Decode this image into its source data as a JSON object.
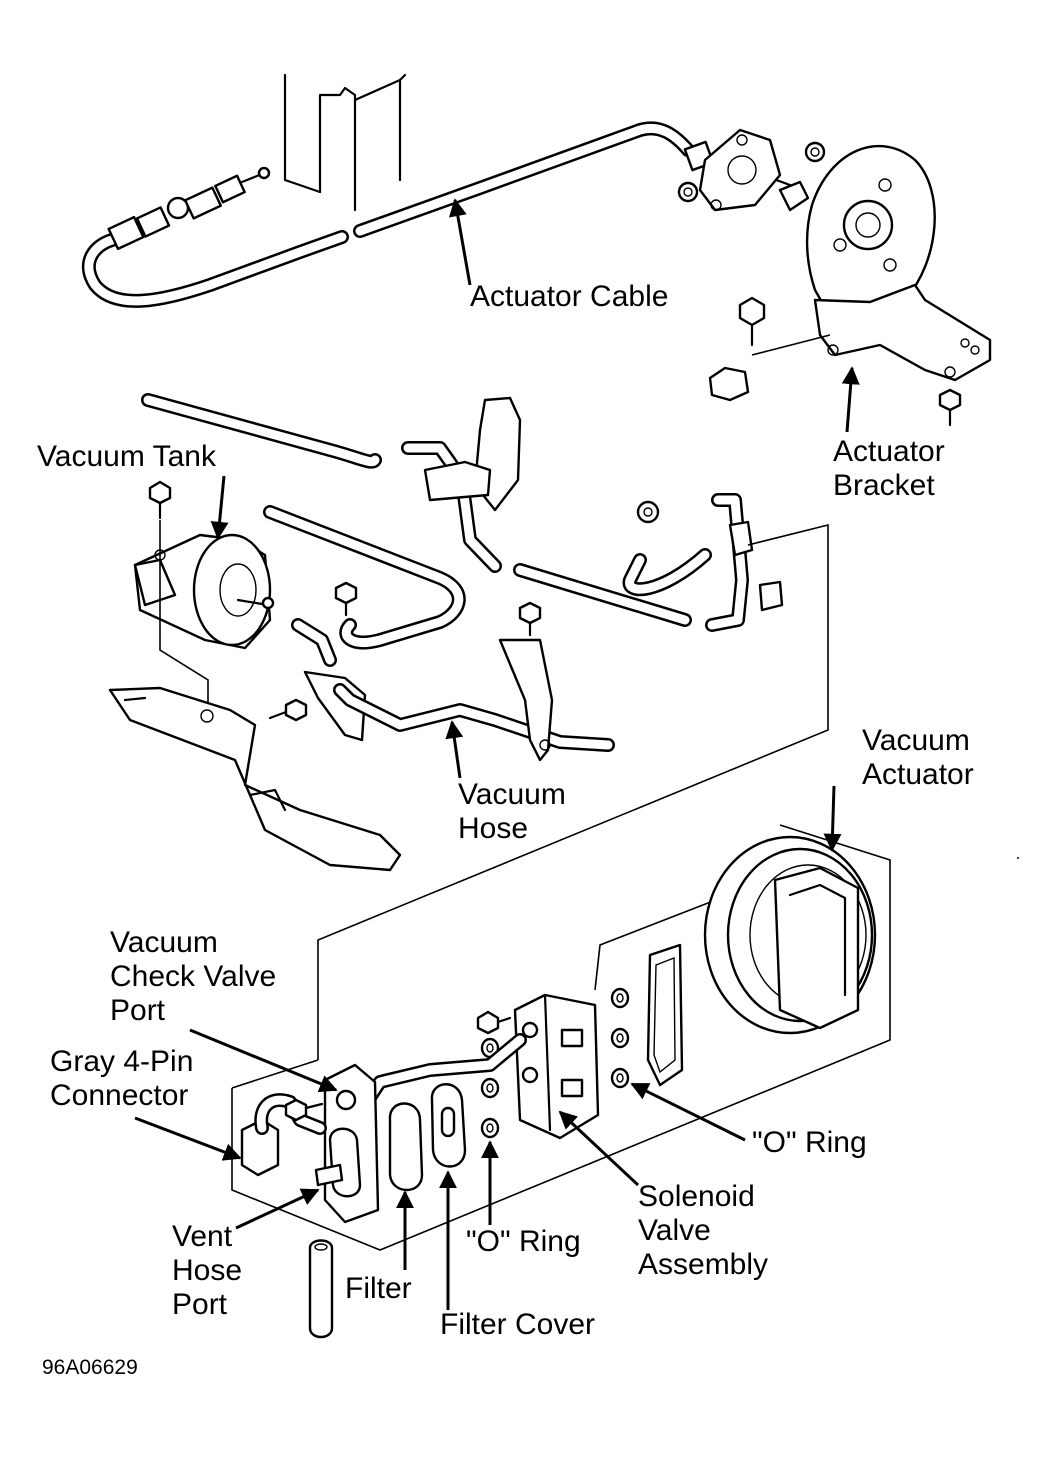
{
  "labels": {
    "actuator_cable": "Actuator Cable",
    "actuator_bracket": [
      "Actuator",
      "Bracket"
    ],
    "vacuum_tank": "Vacuum Tank",
    "vacuum_hose": [
      "Vacuum",
      "Hose"
    ],
    "vacuum_actuator": [
      "Vacuum",
      "Actuator"
    ],
    "vacuum_check_valve_port": [
      "Vacuum",
      "Check Valve",
      "Port"
    ],
    "gray_connector": [
      "Gray 4-Pin",
      "Connector"
    ],
    "o_ring_right": "\"O\" Ring",
    "solenoid_valve_assembly": [
      "Solenoid",
      "Valve",
      "Assembly"
    ],
    "vent_hose_port": [
      "Vent",
      "Hose",
      "Port"
    ],
    "filter": "Filter",
    "o_ring_bottom": "\"O\" Ring",
    "filter_cover": "Filter Cover"
  },
  "figure_ref": "96A06629"
}
